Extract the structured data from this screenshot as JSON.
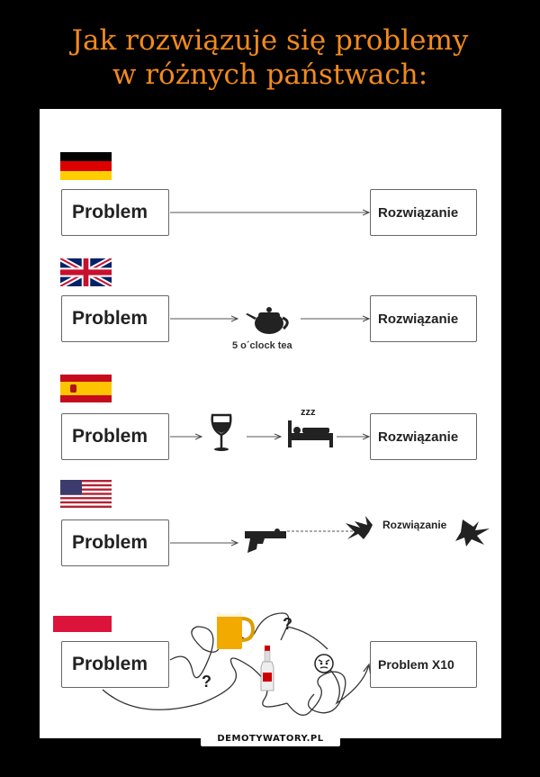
{
  "title": {
    "line1": "Jak rozwiązuje się problemy",
    "line2": "w różnych państwach:"
  },
  "rows": [
    {
      "country": "Germany",
      "problem": "Problem",
      "result": "Rozwiązanie"
    },
    {
      "country": "United Kingdom",
      "problem": "Problem",
      "result": "Rozwiązanie",
      "caption": "5 o´clock tea"
    },
    {
      "country": "Spain",
      "problem": "Problem",
      "result": "Rozwiązanie"
    },
    {
      "country": "USA",
      "problem": "Problem",
      "result": "Rozwiązanie"
    },
    {
      "country": "Poland",
      "problem": "Problem",
      "result": "Problem X10"
    }
  ],
  "icons": {
    "tea": "teapot-icon",
    "wine": "wine-glass-icon",
    "bed": "sleeping-bed-icon",
    "gun": "pistol-icon",
    "beer": "beer-mug-icon",
    "vodka": "vodka-bottle-icon",
    "angry": "angry-face-icon"
  },
  "sleep_text": "zzz",
  "question_mark": "?",
  "logo": "DEMOTYWATORY.PL",
  "colors": {
    "title": "#f28a1c",
    "background": "#000000",
    "panel": "#ffffff"
  }
}
